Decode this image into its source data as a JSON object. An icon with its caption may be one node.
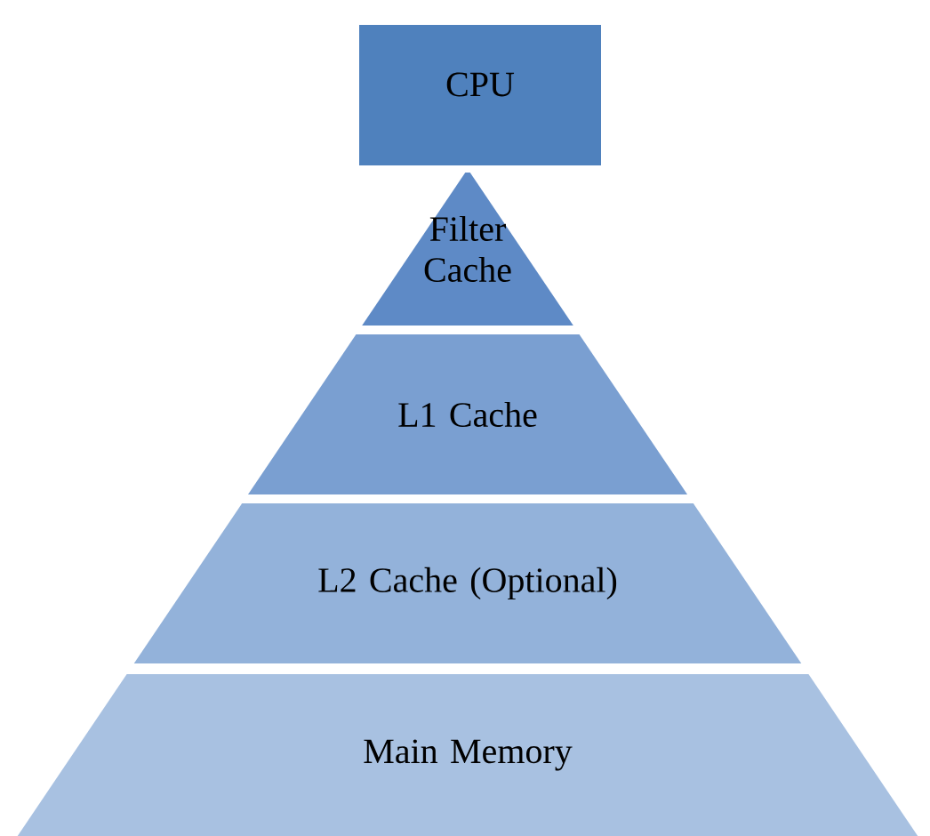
{
  "diagram": {
    "nodes": [
      {
        "text": [
          "CPU"
        ]
      },
      {
        "text": [
          "Filter Cache"
        ]
      },
      {
        "text": [
          "L1 Cache"
        ]
      },
      {
        "text": [
          "L2 Cache (Optional)"
        ]
      },
      {
        "text": [
          "Main Memory"
        ]
      }
    ]
  }
}
